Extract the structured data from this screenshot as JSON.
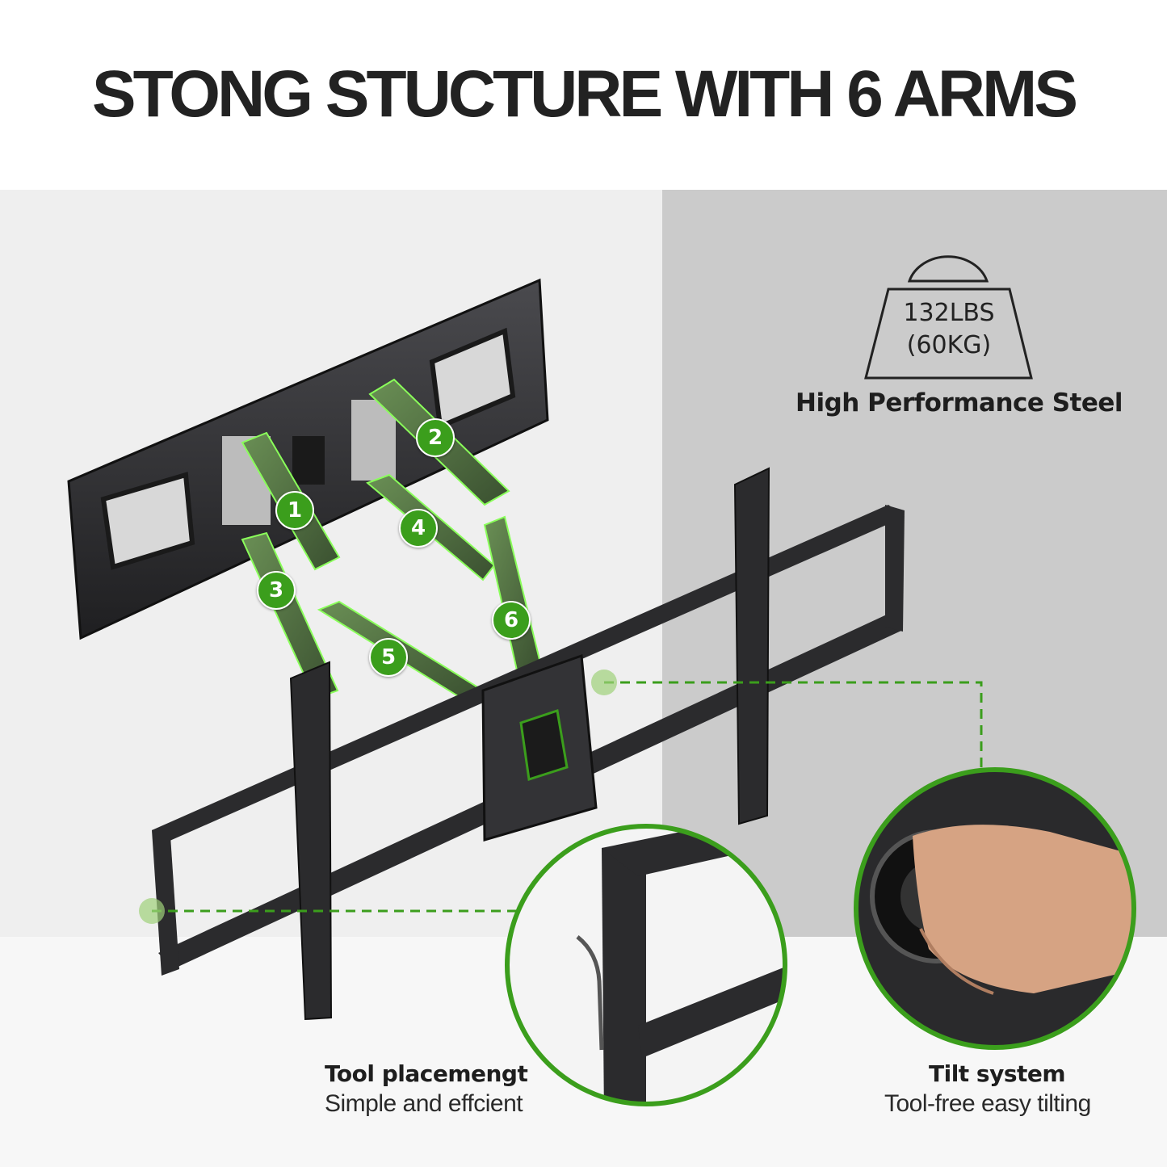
{
  "headline": "STONG STUCTURE WITH 6 ARMS",
  "capacity": {
    "lbs": "132LBS",
    "kg": "(60KG)",
    "material": "High Performance Steel"
  },
  "arms": [
    "1",
    "2",
    "3",
    "4",
    "5",
    "6"
  ],
  "features": [
    {
      "title": "Tool placemengt",
      "subtitle": "Simple and effcient"
    },
    {
      "title": "Tilt system",
      "subtitle": "Tool-free easy tilting"
    }
  ],
  "colors": {
    "accent_green": "#3b9e1c",
    "bracket_black": "#2b2b2d",
    "wall_light": "#efefef",
    "wall_gray": "#c9c9c9"
  }
}
